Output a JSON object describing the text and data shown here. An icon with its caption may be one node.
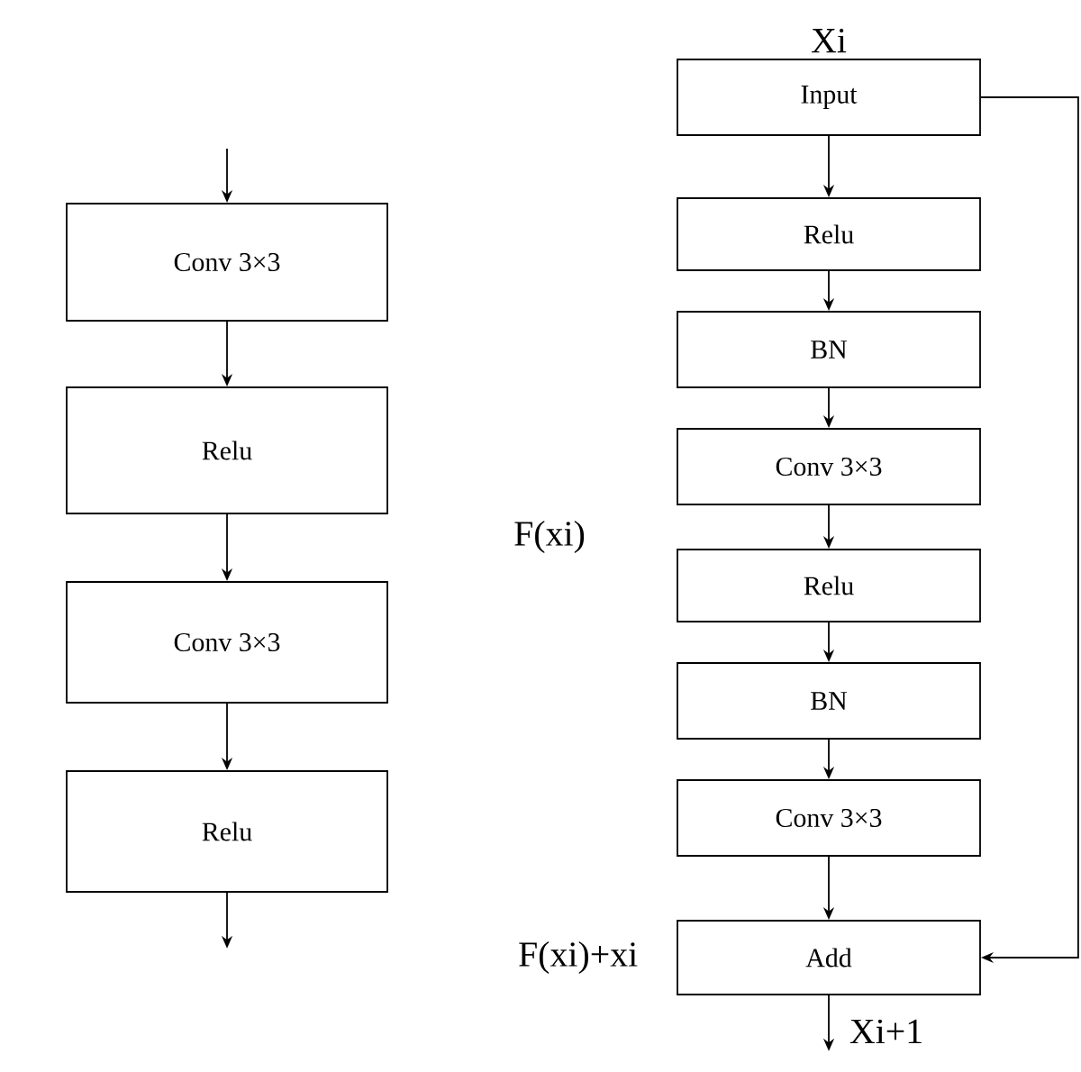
{
  "diagram": {
    "nodes": [
      {
        "text": [
          "Conv 3×3"
        ]
      },
      {
        "text": [
          "Relu"
        ]
      },
      {
        "text": [
          "Conv 3×3"
        ]
      },
      {
        "text": [
          "Relu"
        ]
      },
      {
        "text": [
          "Input"
        ],
        "beside": [
          "Xi"
        ]
      },
      {
        "text": [
          "Relu"
        ]
      },
      {
        "text": [
          "BN"
        ]
      },
      {
        "text": [
          "Conv 3×3"
        ]
      },
      {
        "text": [
          "Relu"
        ]
      },
      {
        "text": [
          "BN"
        ]
      },
      {
        "text": [
          "Conv 3×3"
        ]
      },
      {
        "text": [
          "Add"
        ],
        "beside": [
          "F(xi)+xi"
        ]
      }
    ],
    "edges": [
      {
        "from": null,
        "to": 0,
        "arrow": "to"
      },
      {
        "from": 0,
        "to": 1,
        "arrow": "to"
      },
      {
        "from": 1,
        "to": 2,
        "arrow": "to"
      },
      {
        "from": 2,
        "to": 3,
        "arrow": "to"
      },
      {
        "from": 3,
        "to": null,
        "arrow": "to"
      },
      {
        "from": 4,
        "to": 5,
        "arrow": "to"
      },
      {
        "from": 5,
        "to": 6,
        "arrow": "to"
      },
      {
        "from": 6,
        "to": 7,
        "arrow": "to"
      },
      {
        "from": 7,
        "to": 8,
        "arrow": "to"
      },
      {
        "from": 8,
        "to": 9,
        "arrow": "to"
      },
      {
        "from": 9,
        "to": 10,
        "arrow": "to"
      },
      {
        "from": 10,
        "to": 11,
        "arrow": "to"
      },
      {
        "from": 11,
        "to": null,
        "arrow": "to",
        "label": "Xi+1"
      },
      {
        "from": 4,
        "to": 11,
        "arrow": "to"
      }
    ],
    "labels": [
      "F(xi)"
    ]
  }
}
